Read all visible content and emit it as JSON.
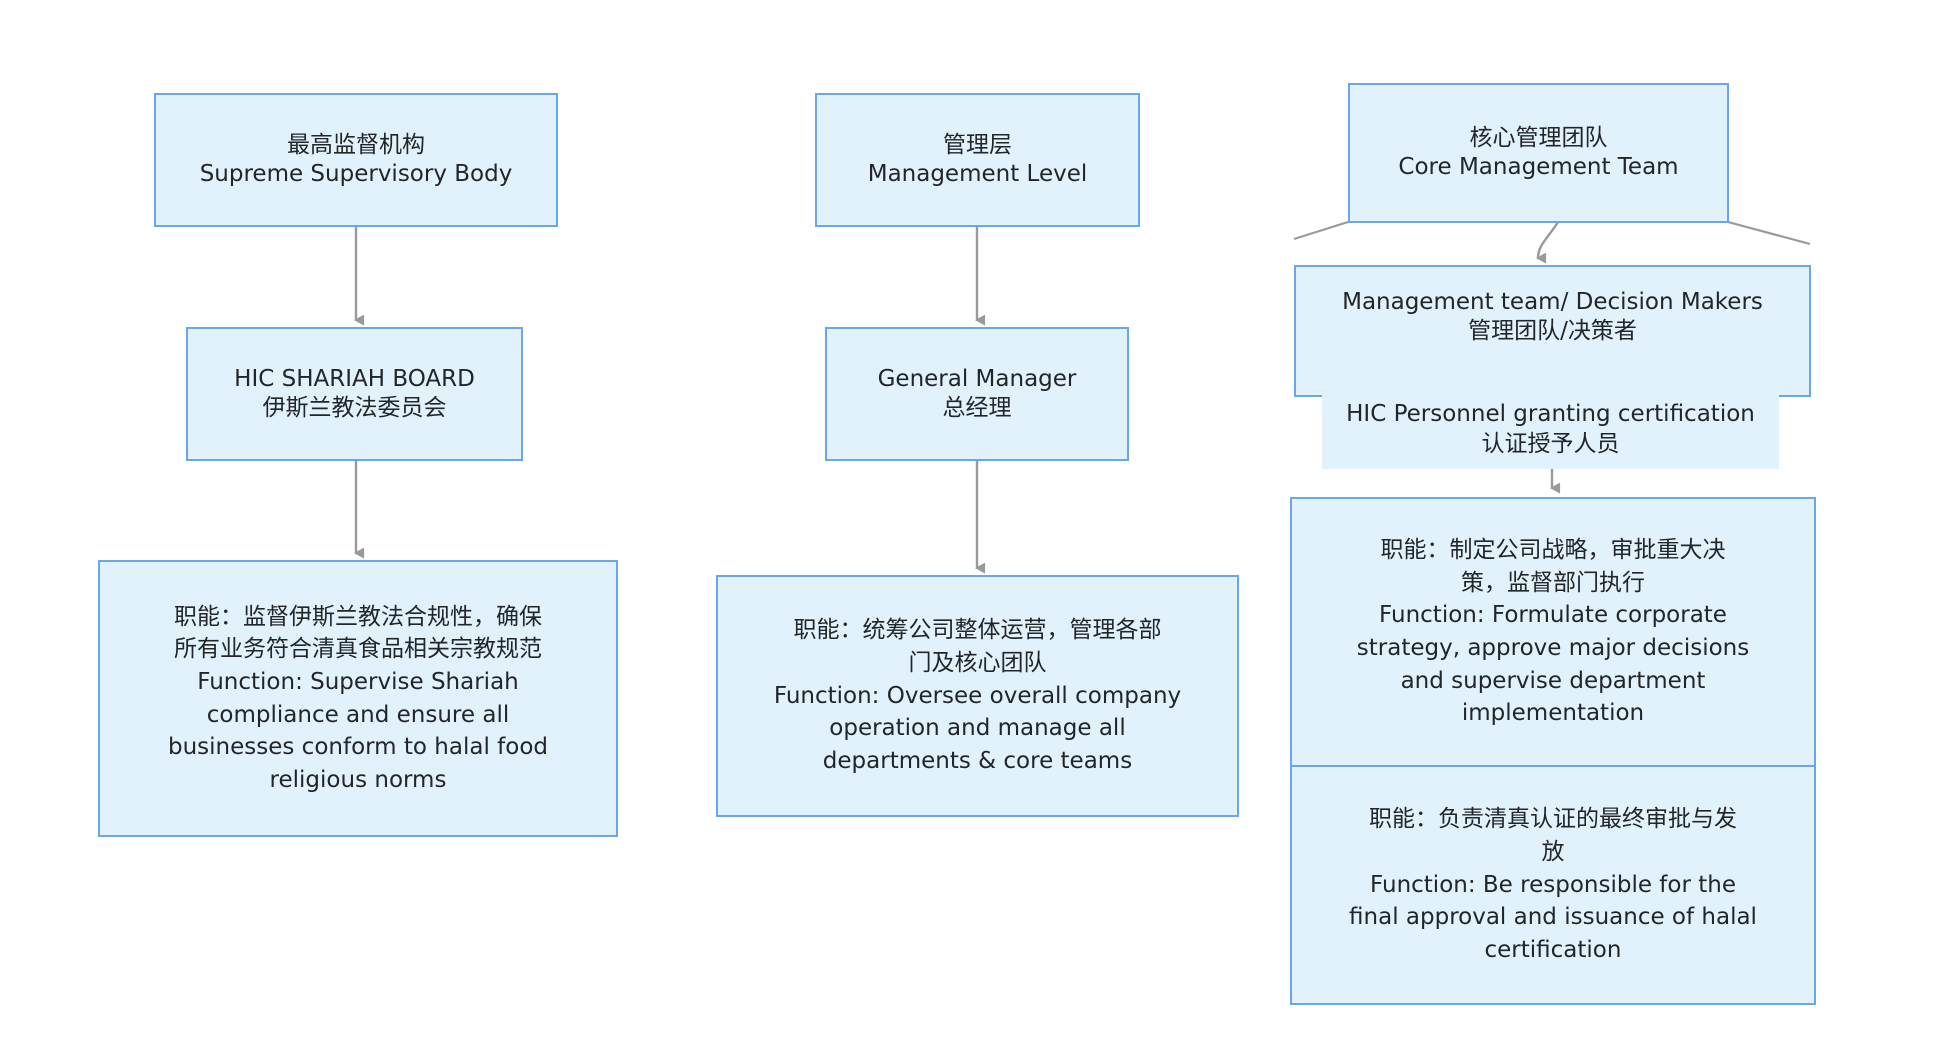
{
  "diagram": {
    "title": "Organizational Structure Chart",
    "colors": {
      "node_fill": "#e2f2fd",
      "node_border": "#6aa6ef",
      "connector": "#9a9a9a",
      "text": "#222629"
    },
    "columns": [
      {
        "id": "column-supervisory",
        "nodes": [
          {
            "id": "supreme-supervisory-body",
            "lines": [
              "最高监督机构",
              "Supreme Supervisory Body"
            ]
          },
          {
            "id": "hic-shariah-board",
            "lines": [
              "HIC SHARIAH BOARD",
              "伊斯兰教法委员会"
            ]
          },
          {
            "id": "shariah-board-function",
            "lines": [
              "职能：监督伊斯兰教法合规性，确保",
              "所有业务符合清真食品相关宗教规范",
              "Function: Supervise Shariah",
              "compliance and ensure all",
              "businesses conform to halal food",
              "religious norms"
            ]
          }
        ]
      },
      {
        "id": "column-management",
        "nodes": [
          {
            "id": "management-level",
            "lines": [
              "管理层",
              "Management Level"
            ]
          },
          {
            "id": "general-manager",
            "lines": [
              "General Manager",
              "总经理"
            ]
          },
          {
            "id": "general-manager-function",
            "lines": [
              "职能：统筹公司整体运营，管理各部",
              "门及核心团队",
              "Function: Oversee overall company",
              "operation and manage all",
              "departments & core teams"
            ]
          }
        ]
      },
      {
        "id": "column-core-team",
        "nodes": [
          {
            "id": "core-management-team",
            "lines": [
              "核心管理团队",
              "Core Management Team"
            ]
          },
          {
            "id": "management-team-decision-makers",
            "lines": [
              "Management team/ Decision Makers",
              "管理团队/决策者"
            ]
          },
          {
            "id": "hic-personnel-granting-certification",
            "lines": [
              "HIC Personnel granting certification",
              "认证授予人员"
            ]
          },
          {
            "id": "decision-makers-function",
            "lines": [
              "职能：制定公司战略，审批重大决",
              "策，监督部门执行",
              "Function: Formulate corporate",
              "strategy, approve major decisions",
              "and supervise department",
              "implementation"
            ]
          },
          {
            "id": "certification-personnel-function",
            "lines": [
              "职能：负责清真认证的最终审批与发",
              "放",
              "Function: Be responsible for the",
              "final approval and issuance of halal",
              "certification"
            ]
          }
        ]
      }
    ]
  }
}
